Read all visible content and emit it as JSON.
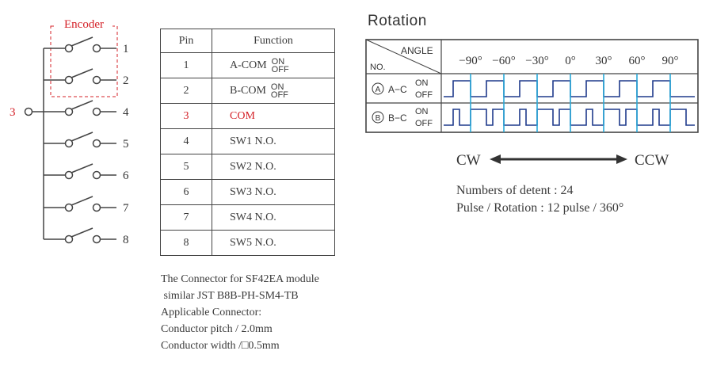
{
  "encoder": {
    "label": "Encoder",
    "common_pin": "3",
    "switch_pins": [
      "1",
      "2",
      "4",
      "5",
      "6",
      "7",
      "8"
    ]
  },
  "pin_table": {
    "headers": [
      "Pin",
      "Function"
    ],
    "rows": [
      {
        "pin": "1",
        "function": "A-COM",
        "on": "ON",
        "off": "OFF"
      },
      {
        "pin": "2",
        "function": "B-COM",
        "on": "ON",
        "off": "OFF"
      },
      {
        "pin": "3",
        "function": "COM",
        "highlight": true
      },
      {
        "pin": "4",
        "function": "SW1 N.O."
      },
      {
        "pin": "5",
        "function": "SW2 N.O."
      },
      {
        "pin": "6",
        "function": "SW3 N.O."
      },
      {
        "pin": "7",
        "function": "SW4 N.O."
      },
      {
        "pin": "8",
        "function": "SW5 N.O."
      }
    ]
  },
  "connector_notes": [
    "The Connector for SF42EA module",
    " similar JST B8B-PH-SM4-TB",
    "Applicable Connector:",
    "Conductor pitch / 2.0mm",
    "Conductor width /□0.5mm"
  ],
  "rotation": {
    "title": "Rotation",
    "header_angle": "ANGLE",
    "header_no": "NO.",
    "angles": [
      "−90°",
      "−60°",
      "−30°",
      "0°",
      "30°",
      "60°",
      "90°"
    ],
    "channels": [
      {
        "marker": "A",
        "label": "A−C",
        "on": "ON",
        "off": "OFF"
      },
      {
        "marker": "B",
        "label": "B−C",
        "on": "ON",
        "off": "OFF"
      }
    ],
    "direction_left": "CW",
    "direction_right": "CCW",
    "detents": "Numbers of detent : 24",
    "pulses": "Pulse / Rotation : 12 pulse / 360°"
  },
  "colors": {
    "accent_red": "#d42027",
    "signal_blue": "#1f3a8c",
    "marker_cyan": "#29a8d8"
  }
}
